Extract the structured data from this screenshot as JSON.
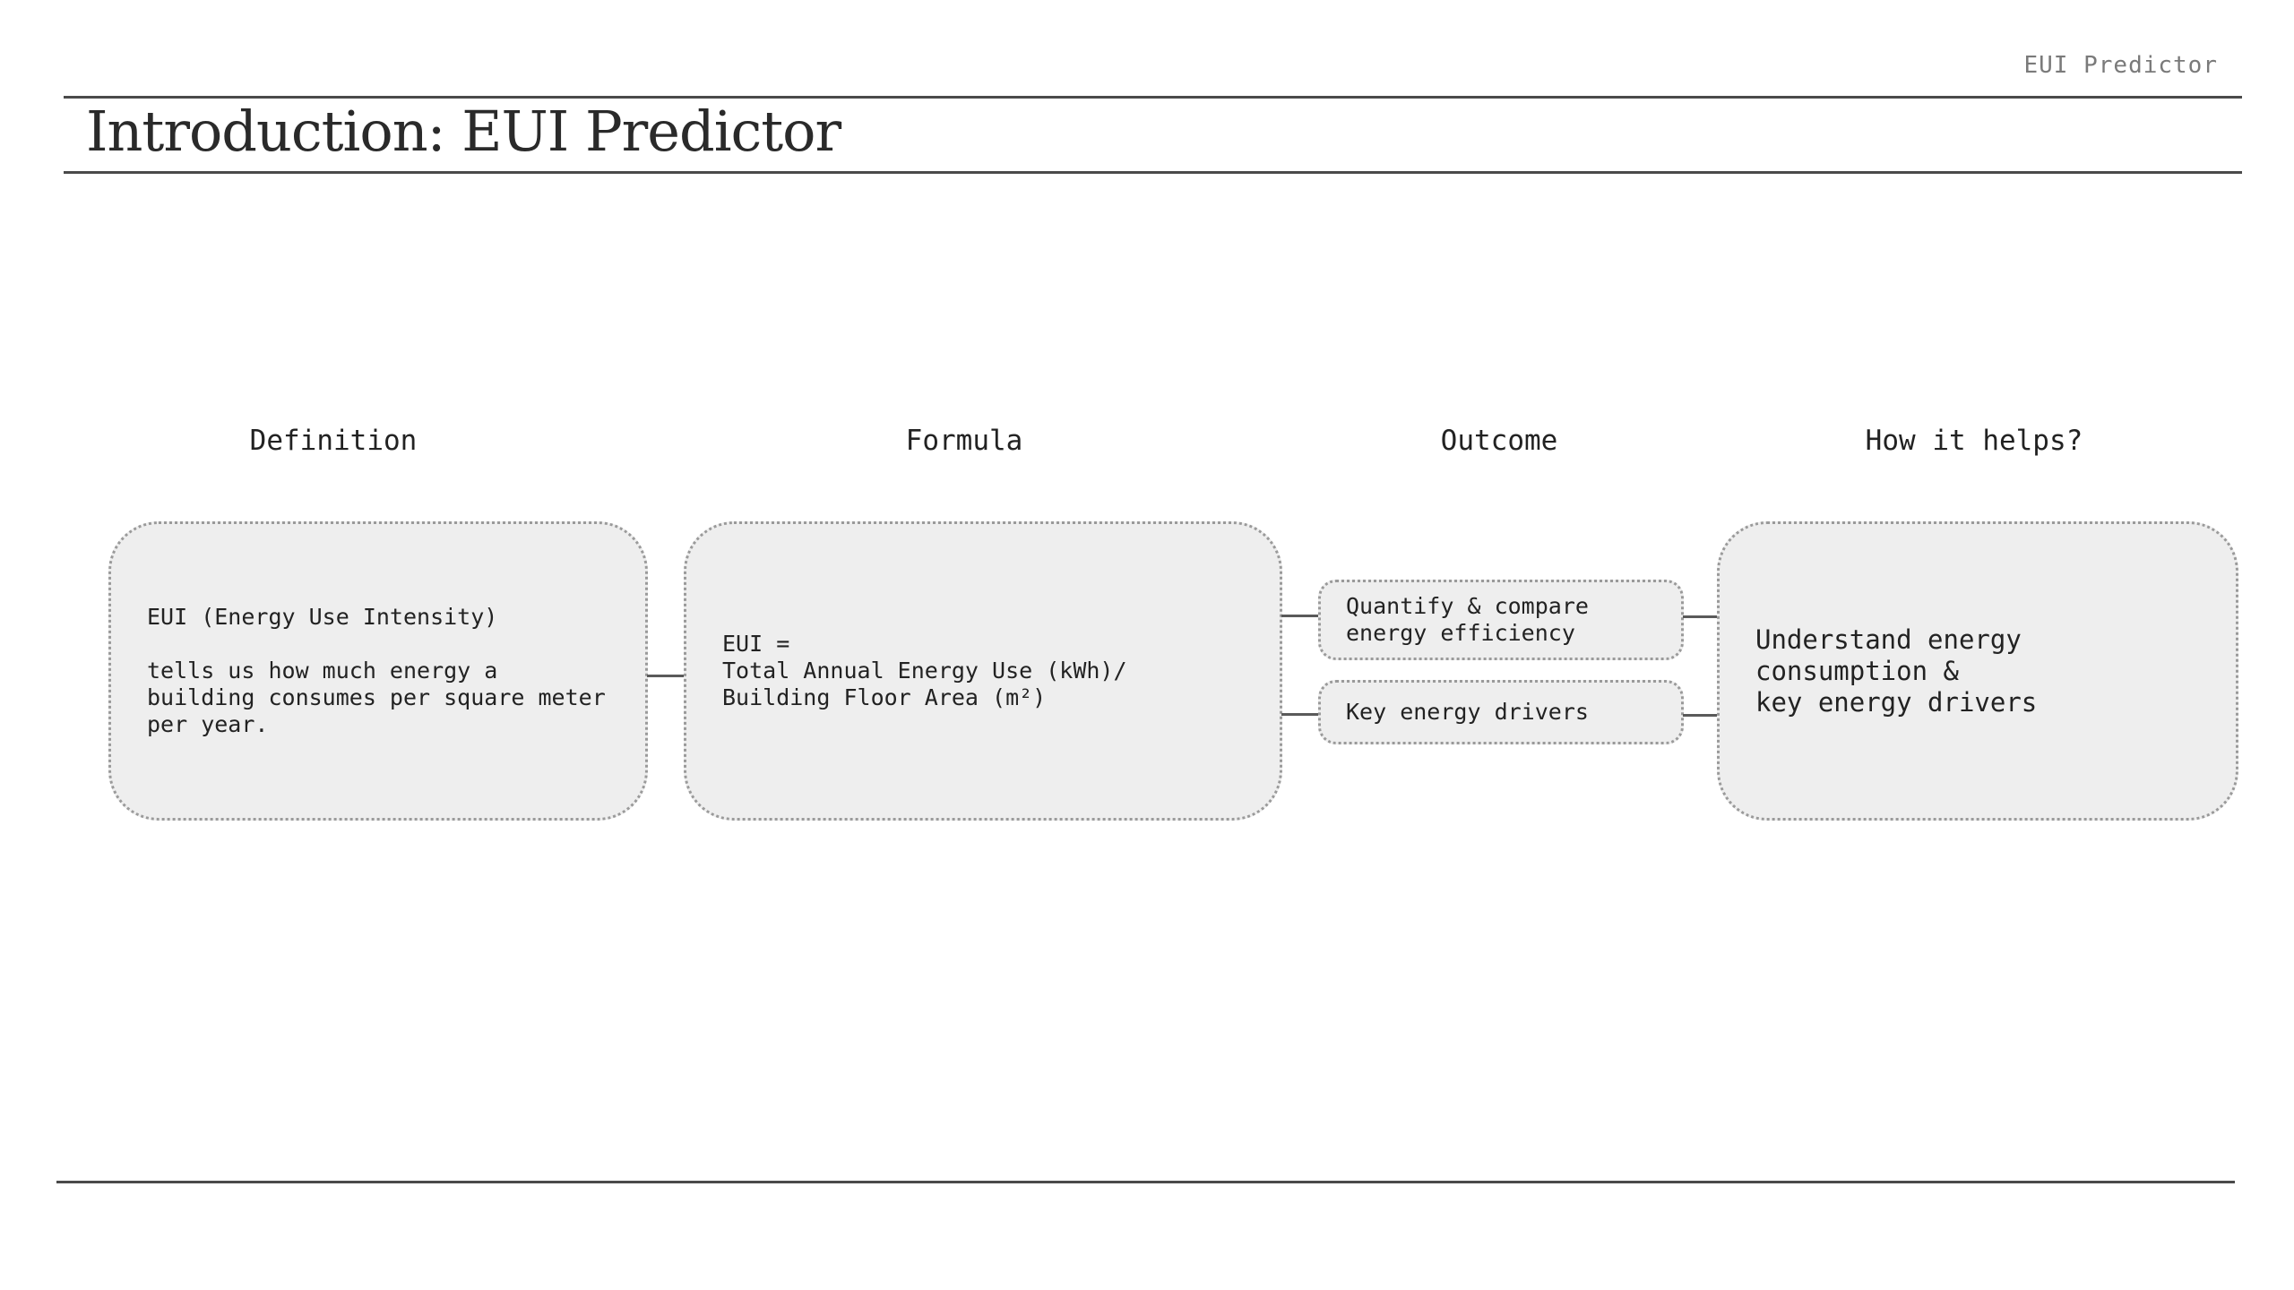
{
  "header": {
    "label": "EUI Predictor",
    "title": "Introduction: EUI Predictor"
  },
  "columns": {
    "definition": "Definition",
    "formula": "Formula",
    "outcome": "Outcome",
    "how_it_helps": "How it helps?"
  },
  "definition_box": {
    "line1": "EUI (Energy Use Intensity)",
    "line2": "tells us how much energy a\nbuilding consumes per square meter\nper year."
  },
  "formula_box": {
    "text": "EUI =\nTotal Annual Energy Use (kWh)/\nBuilding Floor Area (m²)"
  },
  "outcome_boxes": [
    {
      "text": "Quantify & compare\nenergy efficiency"
    },
    {
      "text": "Key energy drivers"
    }
  ],
  "help_box": {
    "text": "Understand energy\nconsumption &\nkey energy drivers"
  }
}
